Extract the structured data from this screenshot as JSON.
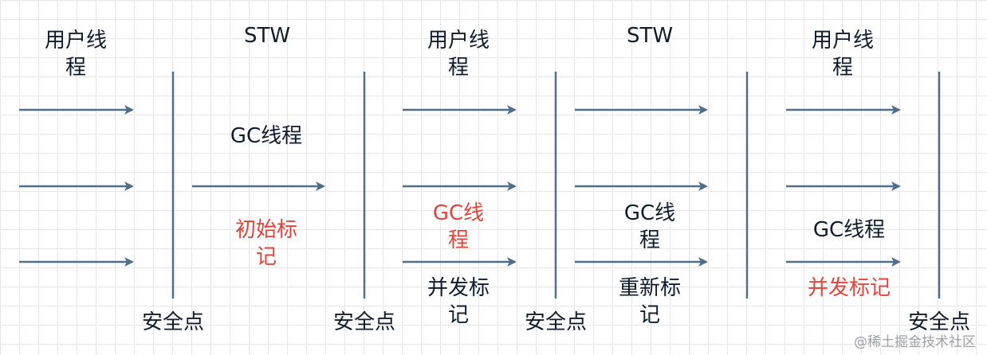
{
  "colors": {
    "line": "#4e6e8e",
    "text": "#0f1c2e",
    "highlight": "#e0453a",
    "grid": "#e6e6e6"
  },
  "labels": {
    "user_thread_1": "用户线程",
    "stw_1": "STW",
    "gc_thread_1": "GC线程",
    "initial_mark": "初始标记",
    "safepoint_1": "安全点",
    "user_thread_2": "用户线程",
    "gc_thread_2": "GC线程",
    "concurrent_mark_1": "并发标记",
    "safepoint_2": "安全点",
    "safepoint_3": "安全点",
    "stw_2": "STW",
    "gc_thread_3": "GC线程",
    "remark": "重新标记",
    "user_thread_3": "用户线程",
    "gc_thread_4": "GC线程",
    "concurrent_mark_2": "并发标记",
    "safepoint_4": "安全点"
  },
  "watermark": "@稀土掘金技术社区"
}
